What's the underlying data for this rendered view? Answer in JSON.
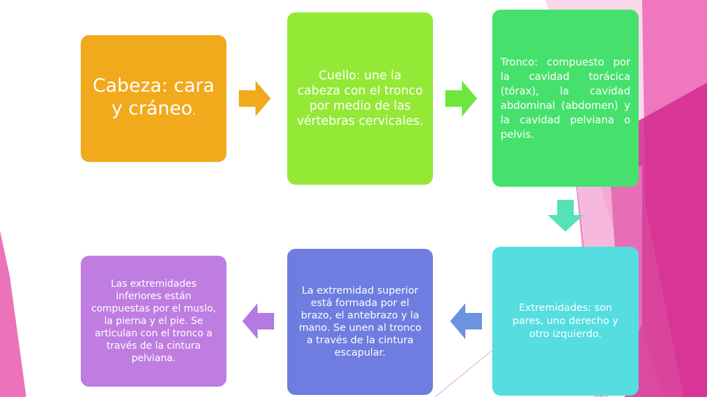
{
  "diagram": {
    "boxes": [
      {
        "main": "Cabeza: cara y cráneo",
        "suffix": "."
      },
      {
        "text": "Cuello: une la cabeza con el tronco por medio de las vértebras cervicales."
      },
      {
        "text": "Tronco: compuesto por la cavidad torácica (tórax), la cavidad abdominal (abdomen) y la cavidad pelviana o pelvis."
      },
      {
        "text": "Extremidades: son pares, uno derecho y otro izquierdo."
      },
      {
        "text": "La extremidad superior está formada por el brazo, el antebrazo y la mano. Se unen al tronco a través de la cintura escapular."
      },
      {
        "text": "Las extremidades inferiores están compuestas por el muslo, la pierna y el pie. Se articulan con el tronco a través de la cintura pelviana."
      }
    ]
  },
  "colors": {
    "box_1": "#f0aa1c",
    "box_2": "#93e936",
    "box_3": "#45e16c",
    "box_4": "#55dde0",
    "box_5": "#6e7ddf",
    "box_6": "#bf7de1",
    "arrow_1": "#f0aa1c",
    "arrow_2": "#6fe63e",
    "arrow_3": "#55e2b8",
    "arrow_4": "#6a93e0",
    "arrow_5": "#b27be0",
    "accent_pink": "#e03aa0"
  }
}
